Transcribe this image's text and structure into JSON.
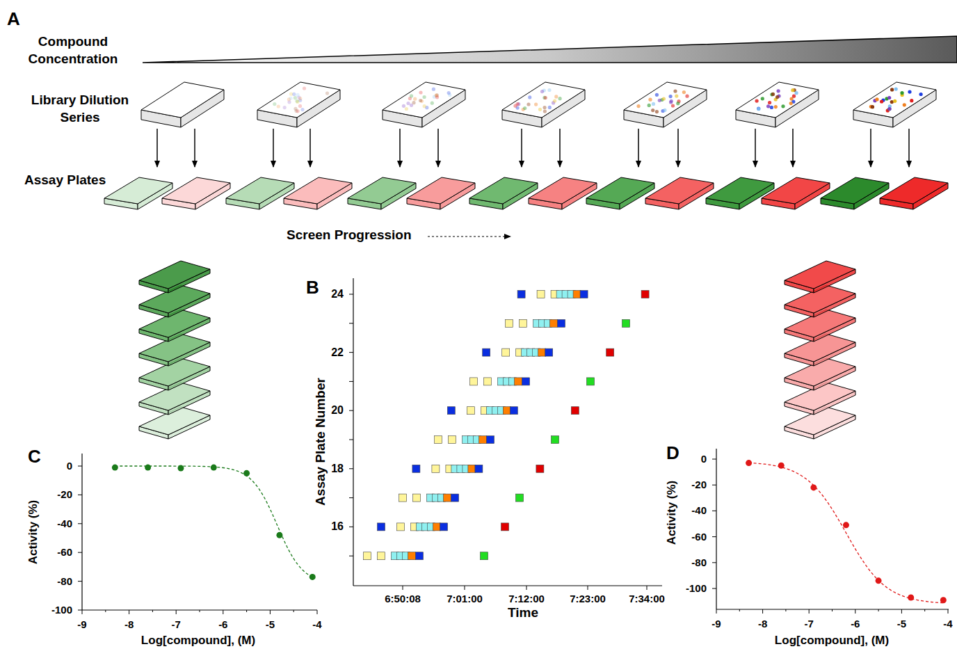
{
  "diagram": {
    "labels": [
      "A",
      "Compound Concentration",
      "Library Dilution Series",
      "Assay Plates",
      "Screen Progression",
      "B",
      "24",
      "22",
      "20",
      "18",
      "16",
      "Assay Plate Number",
      "6:50:08",
      "7:01:00",
      "7:12:00",
      "7:23:00",
      "7:34:00",
      "Time",
      "C",
      "0",
      "-20",
      "-40",
      "-60",
      "-80",
      "-100",
      "Activity (%)",
      "-9",
      "-8",
      "-7",
      "-6",
      "-5",
      "-4",
      "Log[compound], (M)",
      "D",
      "0",
      "-20",
      "-40",
      "-60",
      "-80",
      "-100",
      "Activity (%)",
      "-9",
      "-8",
      "-7",
      "-6",
      "-5",
      "-4",
      "Log[compound], (M)"
    ]
  }
}
